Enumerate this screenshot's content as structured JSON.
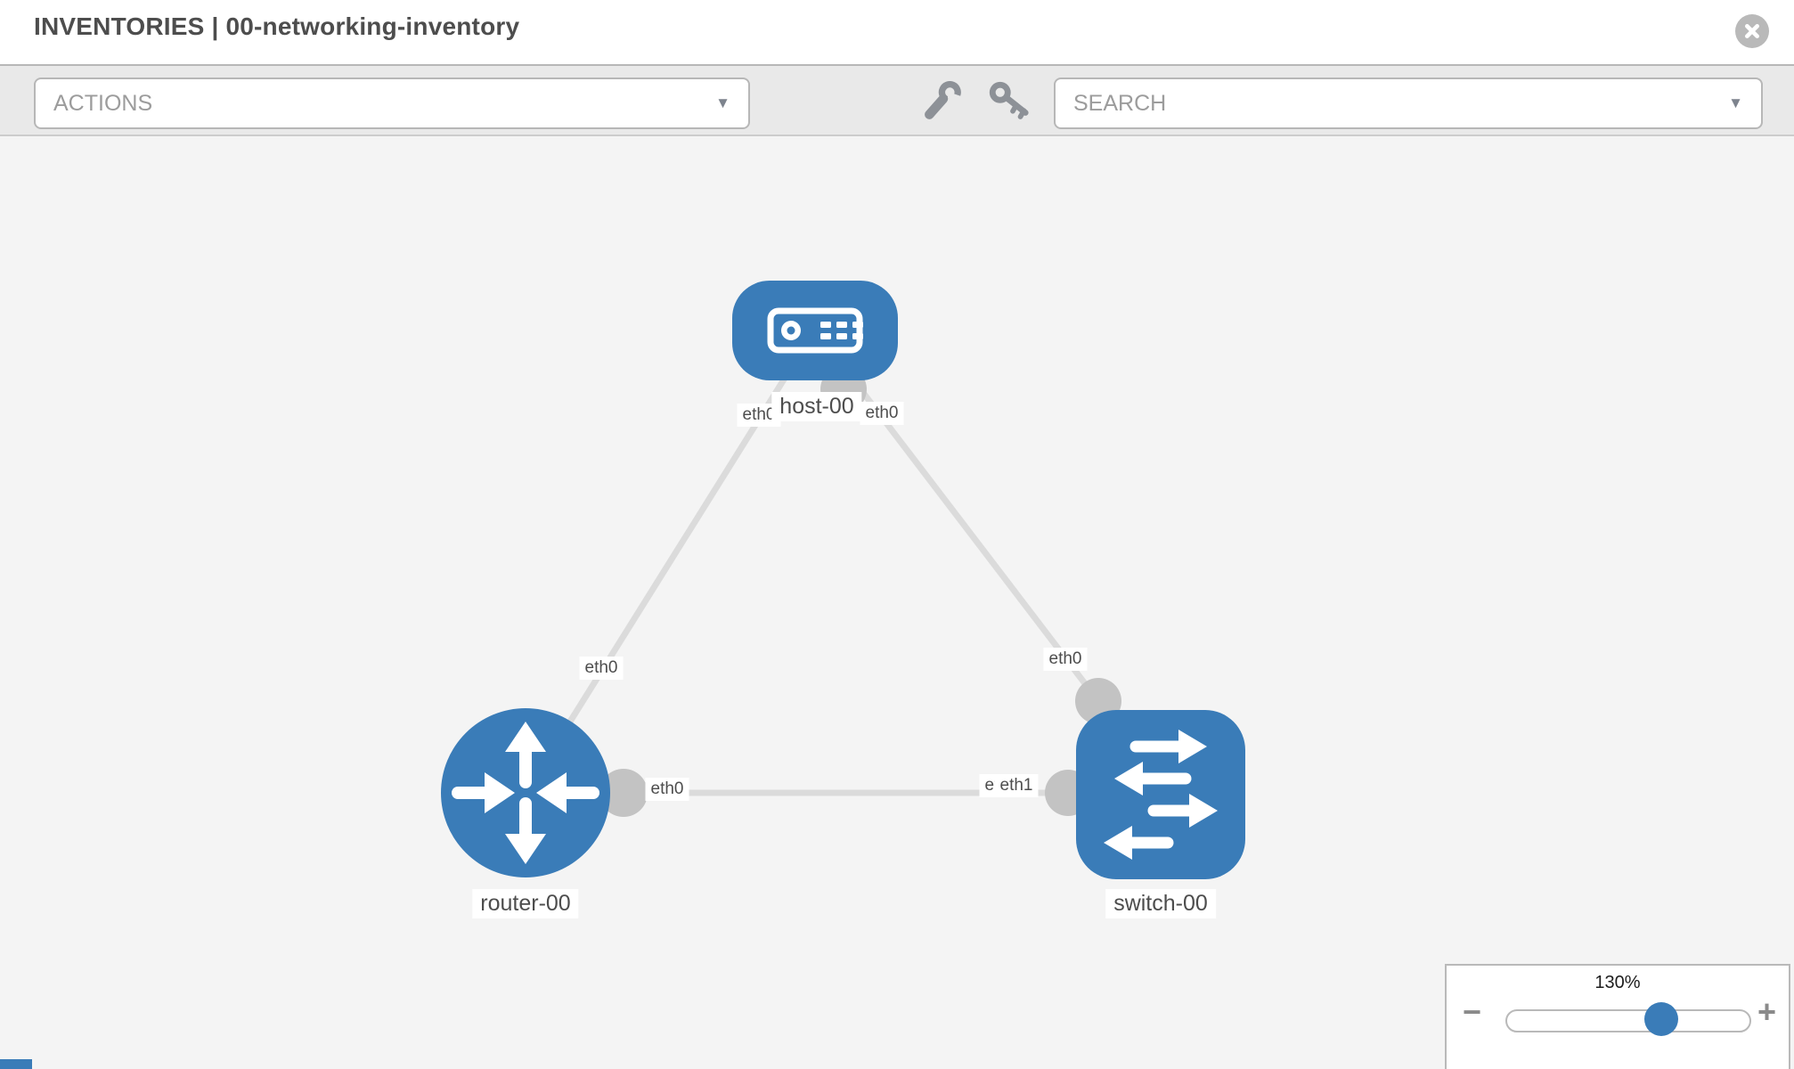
{
  "window": {
    "title": "INVENTORIES | 00-networking-inventory"
  },
  "toolbar": {
    "actions_label": "ACTIONS",
    "search_label": "SEARCH",
    "caret_glyph": "▼",
    "tool_icons": [
      "wrench-icon",
      "key-icon"
    ]
  },
  "colors": {
    "node_blue": "#3a7cb8",
    "link_gray": "#dbdbdb",
    "connector_gray": "#c3c3c3",
    "toolbar_bg": "#e9e9e9",
    "canvas_bg": "#f4f4f4",
    "label_text": "#4d4d4d",
    "muted_text": "#9c9c9c",
    "icon_gray": "#8d9197",
    "close_gray": "#b9b9b9"
  },
  "diagram": {
    "nodes": [
      {
        "id": "host-00",
        "label": "host-00",
        "type": "host",
        "shape": "rounded-rect"
      },
      {
        "id": "router-00",
        "label": "router-00",
        "type": "router",
        "shape": "circle"
      },
      {
        "id": "switch-00",
        "label": "switch-00",
        "type": "switch",
        "shape": "rounded-square"
      }
    ],
    "links": [
      {
        "from": "router-00",
        "to": "host-00"
      },
      {
        "from": "host-00",
        "to": "switch-00"
      },
      {
        "from": "router-00",
        "to": "switch-00"
      }
    ],
    "interface_labels": [
      {
        "text": "eth0",
        "link": "router-00 – host-00",
        "end": "host-00"
      },
      {
        "text": "eth0",
        "link": "host-00 – switch-00",
        "end": "host-00"
      },
      {
        "text": "eth0",
        "link": "router-00 – host-00",
        "end": "router-00"
      },
      {
        "text": "eth0",
        "link": "host-00 – switch-00",
        "end": "switch-00"
      },
      {
        "text": "eth0",
        "link": "router-00 – switch-00",
        "end": "router-00"
      },
      {
        "text": "eth0",
        "link": "router-00 – switch-00",
        "end": "switch-00"
      },
      {
        "text": "eth1",
        "link": "router-00 – switch-00",
        "end": "switch-00"
      }
    ]
  },
  "zoom_control": {
    "value": "130%",
    "percent": 130,
    "minus_label": "−",
    "plus_label": "+"
  }
}
